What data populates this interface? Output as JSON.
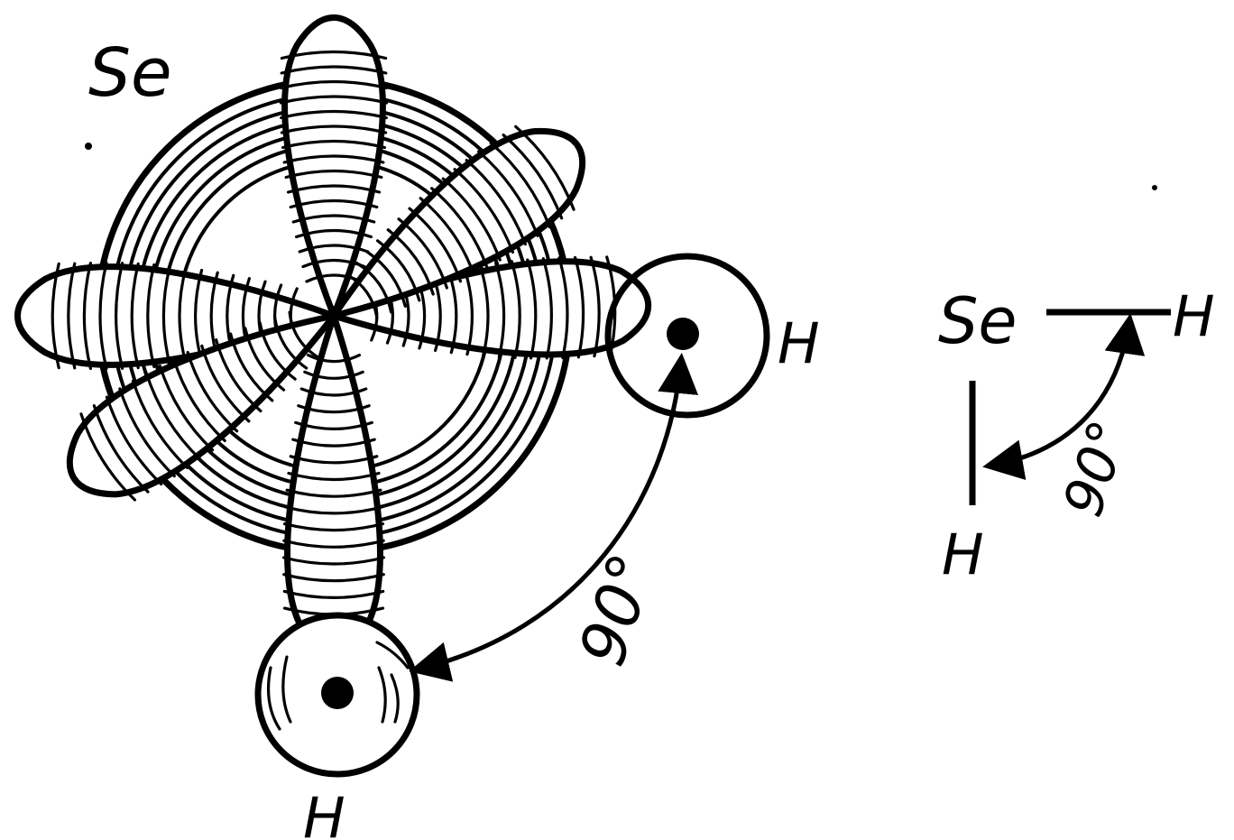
{
  "labels": {
    "se_top": "Se",
    "h_right": "H",
    "h_bottom": "H",
    "angle_main": "90°",
    "schema_se": "Se",
    "schema_h_right": "H",
    "schema_h_bottom": "H",
    "schema_angle": "90°"
  },
  "colors": {
    "ink": "#000000",
    "paper": "#ffffff"
  }
}
